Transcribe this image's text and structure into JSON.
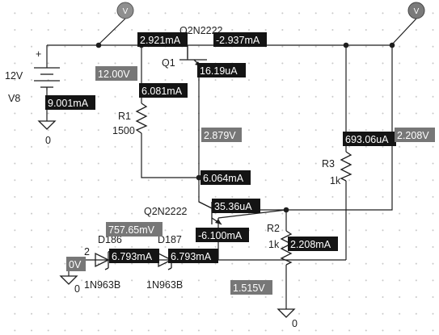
{
  "probes": [
    {
      "id": "probe_left",
      "letter": "V",
      "color": "#8f8f8f"
    },
    {
      "id": "probe_right",
      "letter": "V",
      "color": "#7a7a7a"
    }
  ],
  "components": {
    "battery": {
      "name": "V8",
      "value": "12V",
      "plus": "+"
    },
    "q1": {
      "name": "Q1",
      "model": "Q2N2222"
    },
    "q2": {
      "model": "Q2N2222"
    },
    "r1": {
      "name": "R1",
      "value": "1500"
    },
    "r2": {
      "name": "R2",
      "value": "1k"
    },
    "r3": {
      "name": "R3",
      "value": "1k"
    },
    "d1": {
      "name": "D186",
      "model": "1N963B"
    },
    "d2": {
      "name": "D187",
      "model": "1N963B"
    },
    "zener_pin": "2",
    "grounds": [
      "0",
      "0",
      "0"
    ]
  },
  "readouts": {
    "q1_base_current": "2.921mA",
    "q1_emitter_current": "-2.937mA",
    "q1_base_small": "16.19uA",
    "supply_voltage": "12.00V",
    "r1_current": "6.081mA",
    "source_current": "9.001mA",
    "node_voltage_a": "2.879V",
    "r3_current": "693.06uA",
    "node_voltage_b": "2.208V",
    "junction_current": "6.064mA",
    "q2_base_current": "35.36uA",
    "zener_voltage": "757.65mV",
    "q2_emitter_current": "-6.100mA",
    "r2_current": "2.208mA",
    "ground_voltage": "0V",
    "d1_current": "6.793mA",
    "d2_current": "6.793mA",
    "node_voltage_c": "1.515V"
  },
  "colors": {
    "tag_dark": "#141414",
    "tag_grey": "#777777",
    "wire": "#1e1e1e"
  }
}
